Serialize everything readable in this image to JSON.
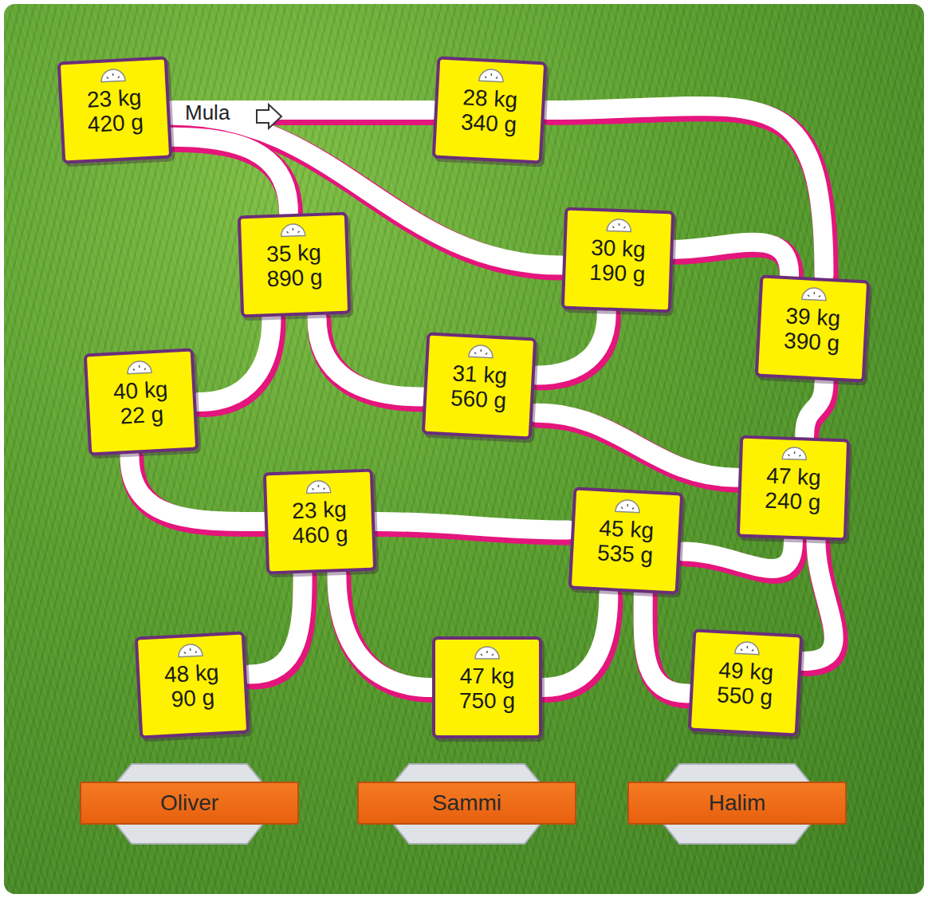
{
  "diagram": {
    "nodes": [
      {
        "text": [
          "23 kg 420 g"
        ]
      },
      {
        "text": [
          "28 kg 340 g"
        ]
      },
      {
        "text": [
          "35 kg 890 g"
        ]
      },
      {
        "text": [
          "30 kg 190 g"
        ]
      },
      {
        "text": [
          "39 kg 390 g"
        ]
      },
      {
        "text": [
          "40 kg 22 g"
        ]
      },
      {
        "text": [
          "31 kg 560 g"
        ]
      },
      {
        "text": [
          "47 kg 240 g"
        ]
      },
      {
        "text": [
          "23 kg 460 g"
        ]
      },
      {
        "text": [
          "45 kg 535 g"
        ]
      },
      {
        "text": [
          "48 kg 90 g"
        ]
      },
      {
        "text": [
          "47 kg 750 g"
        ]
      },
      {
        "text": [
          "49 kg 550 g"
        ]
      },
      {
        "text": [
          "Oliver"
        ]
      },
      {
        "text": [
          "Sammi"
        ]
      },
      {
        "text": [
          "Halim"
        ]
      }
    ],
    "edges": [
      {
        "from": 0,
        "to": 1,
        "arrow": "none"
      },
      {
        "from": 0,
        "to": 2,
        "arrow": "none"
      },
      {
        "from": 0,
        "to": 3,
        "arrow": "none"
      },
      {
        "from": 1,
        "to": 4,
        "arrow": "none"
      },
      {
        "from": 3,
        "to": 4,
        "arrow": "none"
      },
      {
        "from": 3,
        "to": 6,
        "arrow": "none"
      },
      {
        "from": 2,
        "to": 5,
        "arrow": "none"
      },
      {
        "from": 2,
        "to": 6,
        "arrow": "none"
      },
      {
        "from": 6,
        "to": 7,
        "arrow": "none"
      },
      {
        "from": 4,
        "to": 7,
        "arrow": "none"
      },
      {
        "from": 5,
        "to": 8,
        "arrow": "none"
      },
      {
        "from": 8,
        "to": 9,
        "arrow": "none"
      },
      {
        "from": 8,
        "to": 10,
        "arrow": "none"
      },
      {
        "from": 8,
        "to": 11,
        "arrow": "none"
      },
      {
        "from": 9,
        "to": 11,
        "arrow": "none"
      },
      {
        "from": 9,
        "to": 12,
        "arrow": "none"
      },
      {
        "from": 9,
        "to": 7,
        "arrow": "none"
      },
      {
        "from": 7,
        "to": 12,
        "arrow": "none"
      }
    ],
    "labels": [
      "Mula"
    ]
  }
}
